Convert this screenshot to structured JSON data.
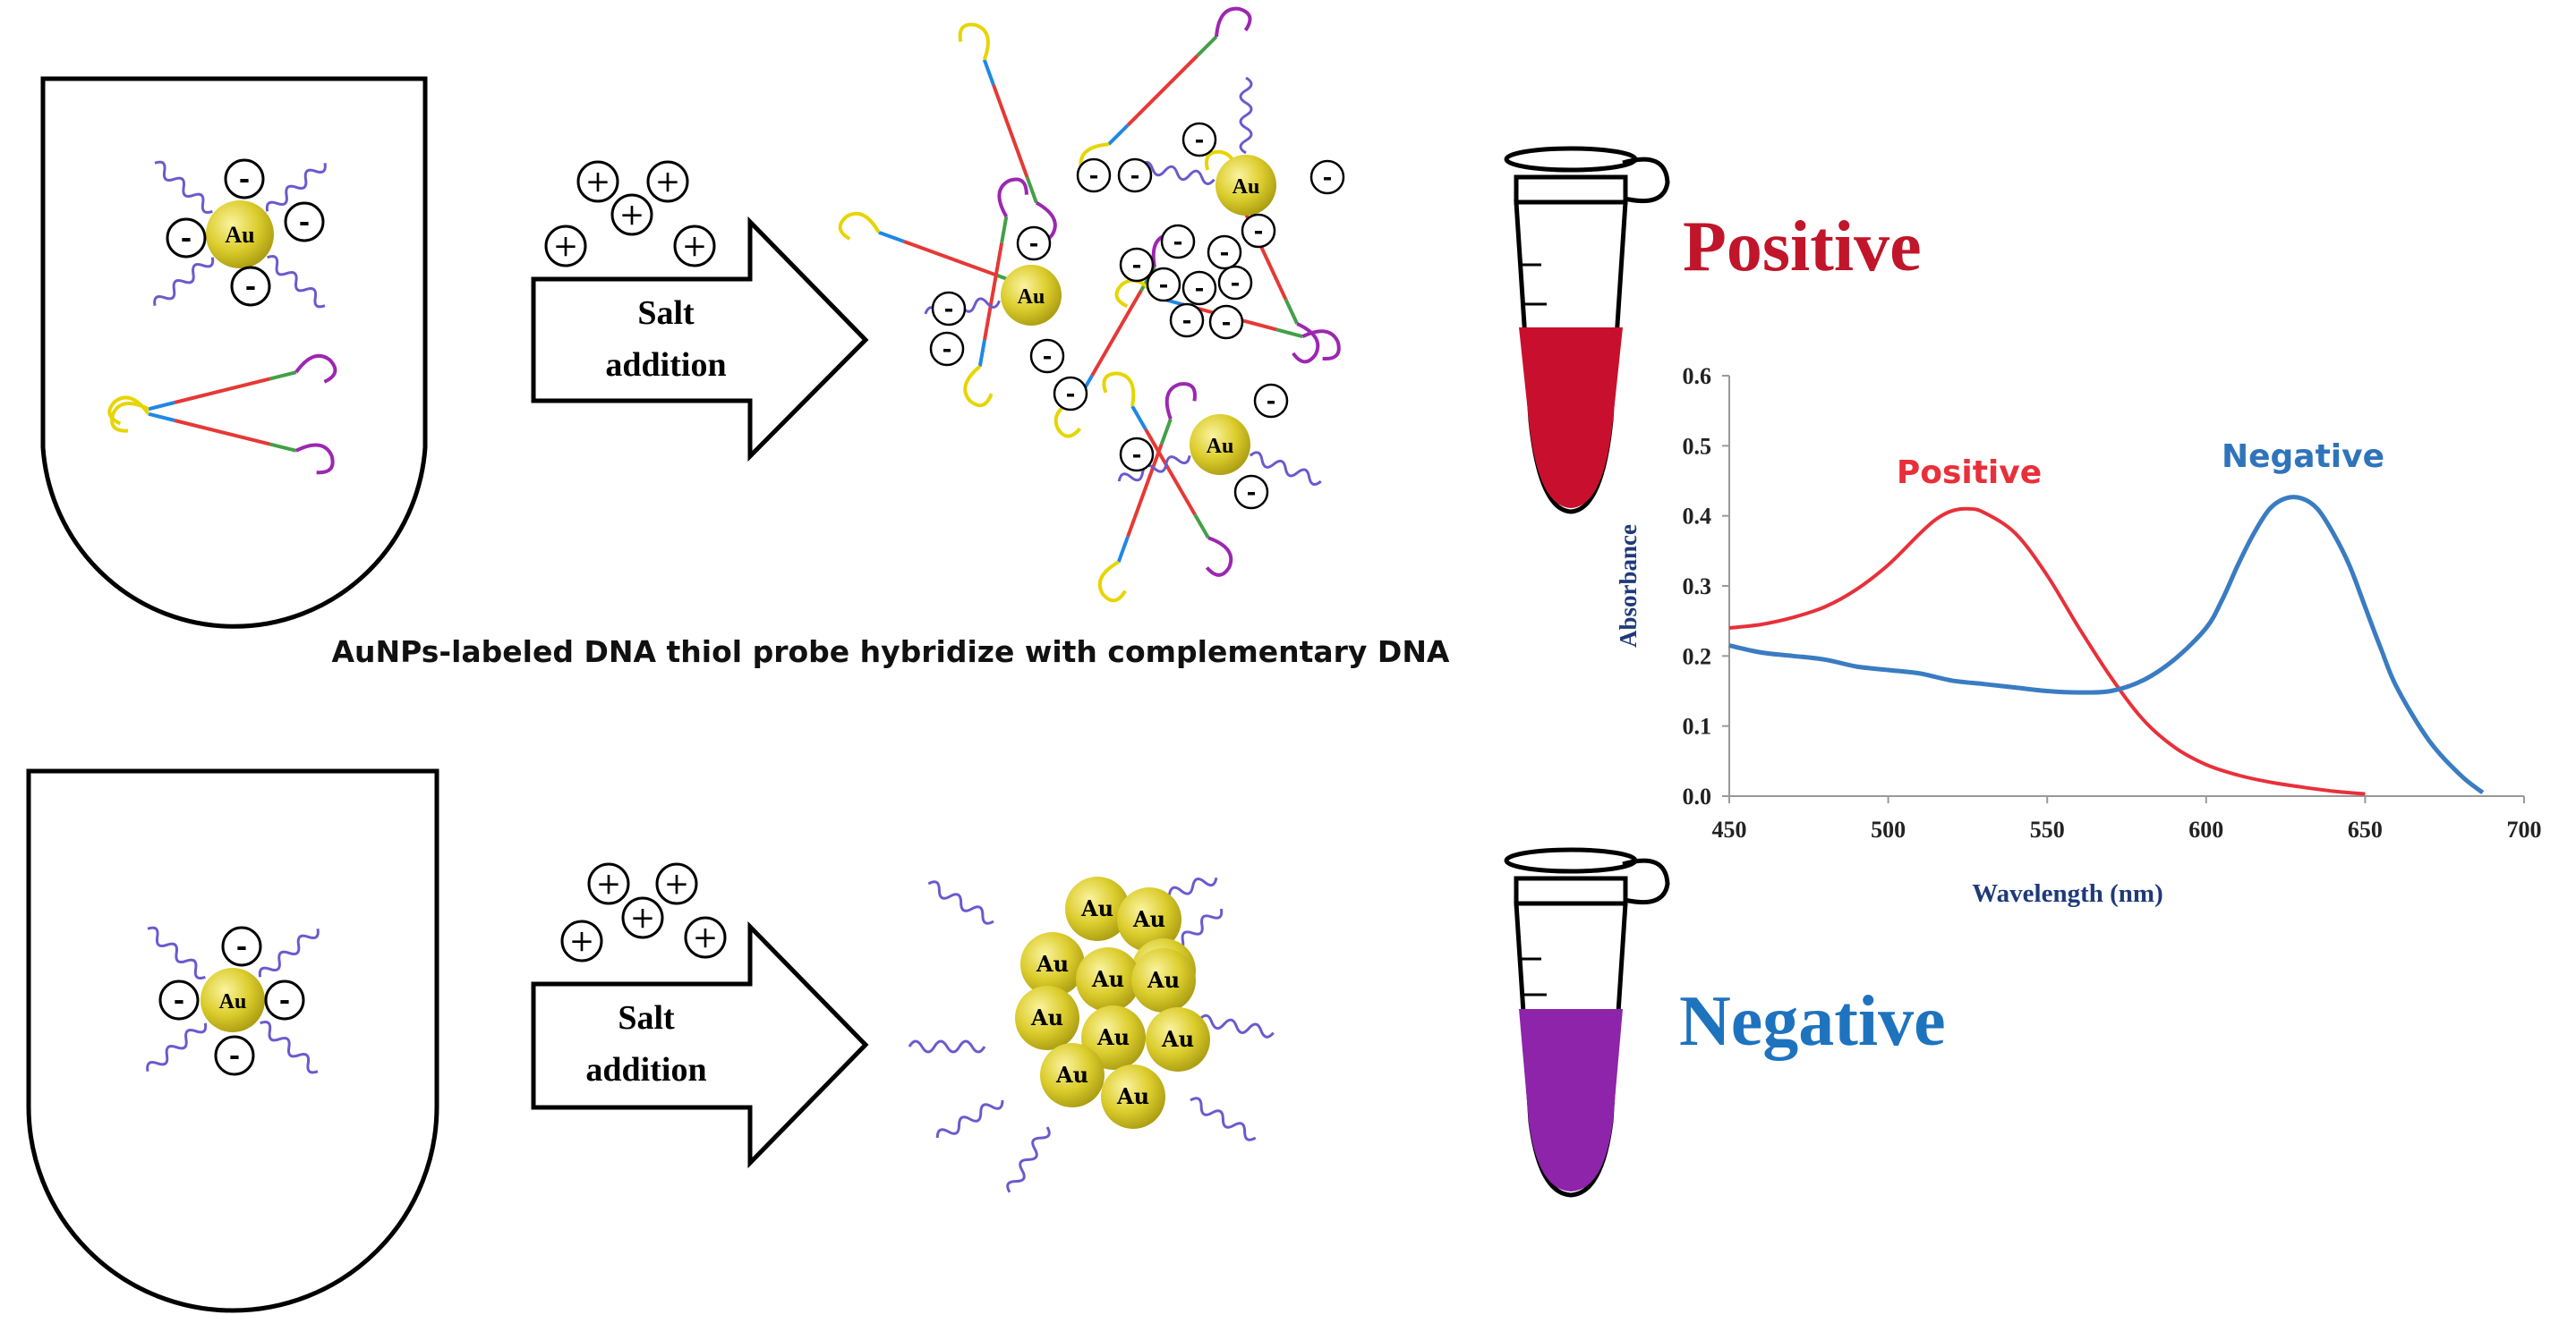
{
  "caption": "AuNPs-labeled DNA thiol probe hybridize with complementary DNA",
  "arrow_labels": {
    "top_line1": "Salt",
    "top_line2": "addition",
    "bottom_line1": "Salt",
    "bottom_line2": "addition"
  },
  "particle_label": "Au",
  "charges": {
    "negative": "-",
    "positive": "+"
  },
  "results": {
    "positive": "Positive",
    "negative": "Negative"
  },
  "colors": {
    "positive": "#c0152a",
    "negative": "#1e73be",
    "tube_positive_fill": "#c8102e",
    "tube_negative_fill": "#8e24aa",
    "gold": "#d9cc2a",
    "axis_text": "#1f3a7a"
  },
  "chart_data": {
    "type": "line",
    "xlabel": "Wavelength (nm)",
    "ylabel": "Absorbance",
    "xlim": [
      450,
      700
    ],
    "ylim": [
      0,
      0.6
    ],
    "x_ticks": [
      450,
      500,
      550,
      600,
      650,
      700
    ],
    "y_ticks": [
      0.0,
      0.1,
      0.2,
      0.3,
      0.4,
      0.5,
      0.6
    ],
    "grid": false,
    "series": [
      {
        "name": "Positive",
        "color": "#e8303a",
        "x": [
          450,
          460,
          470,
          480,
          490,
          500,
          510,
          515,
          520,
          525,
          530,
          540,
          550,
          560,
          570,
          580,
          590,
          600,
          610,
          620,
          630,
          640,
          650
        ],
        "y": [
          0.24,
          0.245,
          0.255,
          0.27,
          0.295,
          0.33,
          0.375,
          0.395,
          0.407,
          0.41,
          0.405,
          0.375,
          0.315,
          0.24,
          0.17,
          0.11,
          0.07,
          0.045,
          0.03,
          0.02,
          0.013,
          0.007,
          0.003
        ]
      },
      {
        "name": "Negative",
        "color": "#3a7cc2",
        "x": [
          450,
          460,
          470,
          480,
          490,
          500,
          510,
          520,
          530,
          540,
          550,
          560,
          570,
          580,
          590,
          600,
          605,
          610,
          615,
          620,
          625,
          630,
          635,
          640,
          645,
          650,
          655,
          660,
          670,
          680,
          687
        ],
        "y": [
          0.215,
          0.205,
          0.2,
          0.195,
          0.185,
          0.18,
          0.175,
          0.165,
          0.16,
          0.155,
          0.15,
          0.148,
          0.15,
          0.165,
          0.195,
          0.24,
          0.28,
          0.33,
          0.375,
          0.41,
          0.425,
          0.425,
          0.41,
          0.375,
          0.33,
          0.27,
          0.21,
          0.155,
          0.08,
          0.03,
          0.005
        ]
      }
    ],
    "annotations": [
      "Positive",
      "Negative"
    ]
  }
}
